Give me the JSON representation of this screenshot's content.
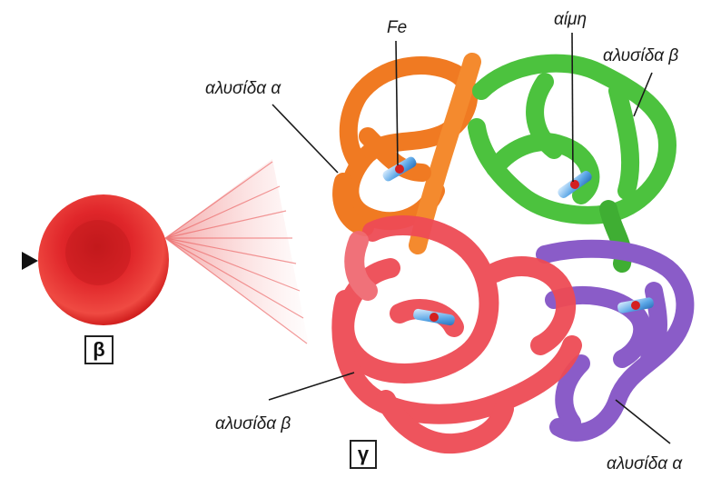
{
  "labels": {
    "fe": "Fe",
    "heme": "αίμη",
    "alpha_chain_top": "αλυσίδα α",
    "beta_chain_top": "αλυσίδα β",
    "beta_chain_bottom": "αλυσίδα β",
    "alpha_chain_bottom": "αλυσίδα α"
  },
  "panels": {
    "beta": "β",
    "gamma": "γ"
  },
  "colors": {
    "alpha_top": "#f07a22",
    "beta_top": "#4cc23e",
    "beta_bottom": "#ee4b55",
    "alpha_bottom": "#8a5cc8",
    "red_cell": "#e3262b",
    "heme_group": "#5aa6e6",
    "iron": "#d42020"
  },
  "icons": {
    "pointer": "left-pointing-triangle-icon"
  }
}
